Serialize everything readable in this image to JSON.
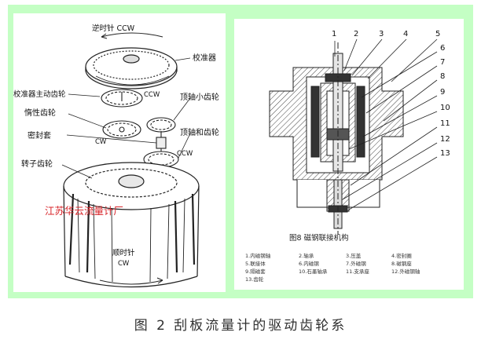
{
  "figure": {
    "caption": "图 2   刮板流量计的驱动齿轮系",
    "left_diagram": {
      "labels": {
        "ccw_top": "逆时针 CCW",
        "calibrator": "校准器",
        "calibrator_main_gear": "校准器主动齿轮",
        "ccw_1": "CCW",
        "top_shaft_small_gear": "顶轴小齿轮",
        "idler_gear": "惰性齿轮",
        "cw_1": "CW",
        "seal_sleeve": "密封套",
        "top_shaft_gear": "顶轴和齿轮",
        "ccw_2": "CCW",
        "rotor_gear": "转子齿轮",
        "clockwise": "顺时针",
        "cw_2": "CW"
      },
      "watermark": "江苏华云流量计厂"
    },
    "right_diagram": {
      "part_numbers": [
        "1",
        "2",
        "3",
        "4",
        "5",
        "6",
        "7",
        "8",
        "9",
        "10",
        "11",
        "12",
        "13"
      ],
      "title": "图8 磁钢联接机构",
      "legend": [
        "1.内磁钢轴",
        "2.轴承",
        "3.压盖",
        "4.密封圈",
        "5.联接体",
        "6.内磁钢",
        "7.外磁钢",
        "8.磁钢座",
        "9.隔磁套",
        "10.石墨轴承",
        "11.支承座",
        "12.外磁钢轴",
        "13.齿轮"
      ]
    }
  }
}
